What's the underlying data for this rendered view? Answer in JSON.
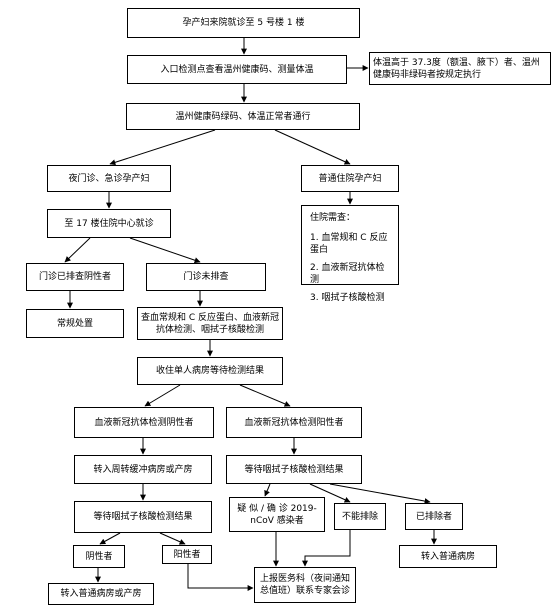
{
  "nodes": {
    "n1": "孕产妇来院就诊至 5 号楼 1 楼",
    "n2": "入口检测点查看温州健康码、测量体温",
    "n3": "体温高于 37.3度（额温、腋下）者、温州健康码非绿码者按规定执行",
    "n4": "温州健康码绿码、体温正常者通行",
    "n5": "夜门诊、急诊孕产妇",
    "n6": "普通住院孕产妇",
    "n7": "至 17 楼住院中心就诊",
    "n8": {
      "title": "住院需查：",
      "items": [
        "1. 血常规和 C 反应蛋白",
        "2. 血液新冠抗体检测",
        "3. 咽拭子核酸检测"
      ]
    },
    "n9": "门诊已排查阴性者",
    "n10": "门诊未排查",
    "n11": "常规处置",
    "n12": "查血常规和 C 反应蛋白、血液新冠抗体检测、咽拭子核酸检测",
    "n13": "收住单人病房等待检测结果",
    "n14": "血液新冠抗体检测阴性者",
    "n15": "血液新冠抗体检测阳性者",
    "n16": "转入周转缓冲病房或产房",
    "n17": "等待咽拭子核酸检测结果",
    "n18": "等待咽拭子核酸检测结果",
    "n19": "疑 似 / 确 诊 2019-nCoV 感染者",
    "n20": "不能排除",
    "n21": "已排除者",
    "n22": "阴性者",
    "n23": "阳性者",
    "n24": "转入普通病房",
    "n25": "上报医务科（夜间通知总值班）联系专家会诊",
    "n26": "转入普通病房或产房"
  }
}
